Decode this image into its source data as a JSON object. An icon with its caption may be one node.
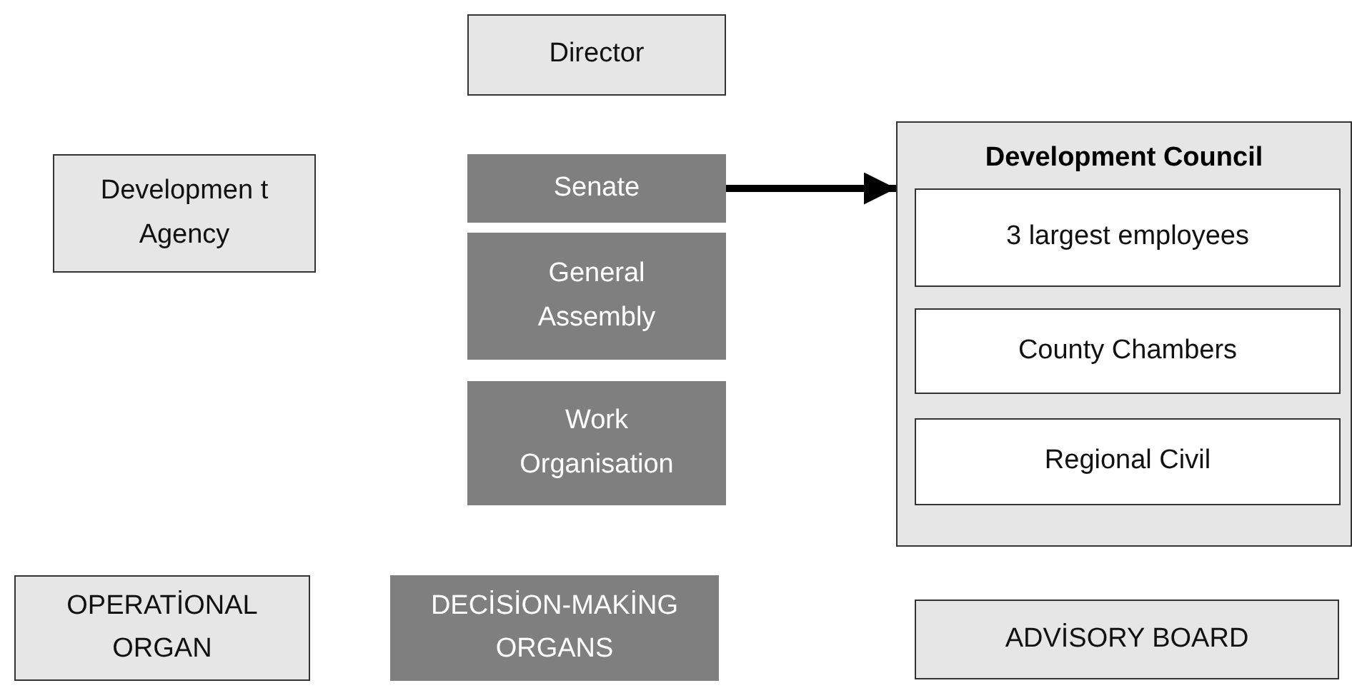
{
  "diagram": {
    "nodes": [
      {
        "text": [
          "Director"
        ]
      },
      {
        "text": [
          "Developmen t Agency"
        ]
      },
      {
        "text": [
          "Senate"
        ]
      },
      {
        "text": [
          "General Assembly"
        ]
      },
      {
        "text": [
          "Work Organisation"
        ]
      },
      {
        "text": [
          "Development Council"
        ]
      },
      {
        "text": [
          "3 largest employees"
        ],
        "in": 5
      },
      {
        "text": [
          "County Chambers"
        ],
        "in": 5
      },
      {
        "text": [
          "Regional Civil"
        ],
        "in": 5
      },
      {
        "text": [
          "OPERATİONAL ORGAN"
        ]
      },
      {
        "text": [
          "DECİSİON-MAKİNG ORGANS"
        ]
      },
      {
        "text": [
          "ADVİSORY BOARD"
        ]
      }
    ],
    "edges": [
      {
        "from": 2,
        "to": 5,
        "arrow": "to"
      }
    ]
  }
}
